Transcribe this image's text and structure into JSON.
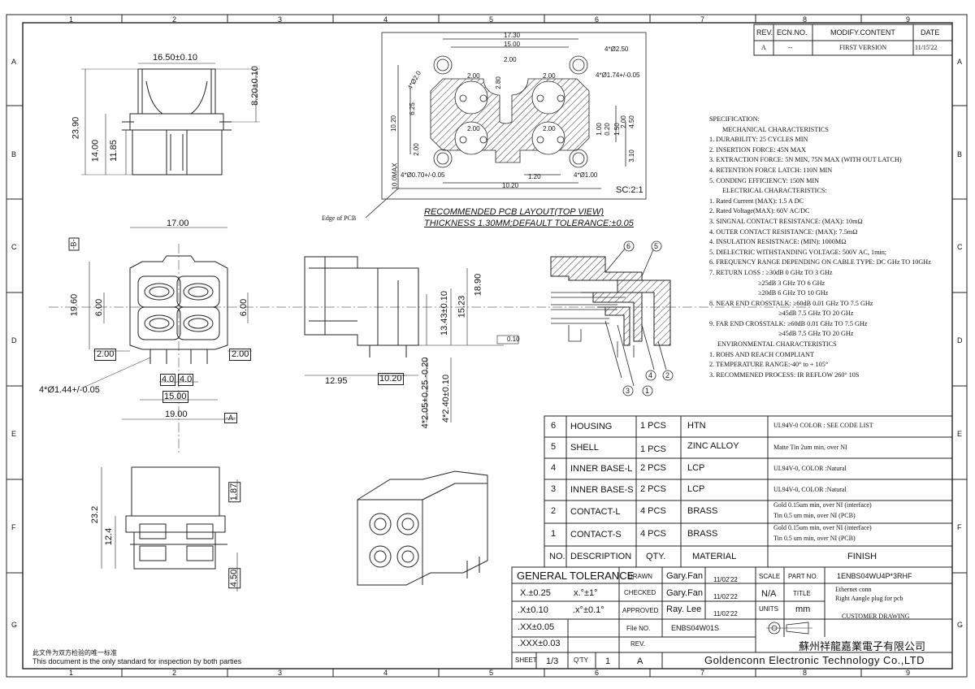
{
  "frame": {
    "col_labels": [
      "1",
      "2",
      "3",
      "4",
      "5",
      "6",
      "7",
      "8",
      "9"
    ],
    "row_labels": [
      "A",
      "B",
      "C",
      "D",
      "E",
      "F",
      "G"
    ]
  },
  "revision_block": {
    "headers": [
      "REV.",
      "ECN.NO.",
      "MODIFY.CONTENT",
      "DATE"
    ],
    "row": [
      "A",
      "--",
      "FIRST VERSION",
      "11/15'22"
    ]
  },
  "pcb_layout": {
    "dims": [
      "17.30",
      "15.00",
      "2.00",
      "2.80",
      "2.00",
      "10.20",
      "6.25",
      "1.00",
      "0.20",
      "1.50",
      "2.00",
      "4.50",
      "3.10",
      "1.20",
      "10.20",
      "2.00",
      "2.00",
      "2.00",
      "2.00"
    ],
    "hole_labels": [
      "4*Ø2.50",
      "4*Ø1.74+/-0.05",
      "4*Ø2.0",
      "4*Ø0.70+/-0.05",
      "4*Ø1.00"
    ],
    "scale": "SC:2:1",
    "title": "RECOMMENDED PCB LAYOUT(TOP VIEW)",
    "subtitle": "THICKNESS 1.30MM;DEFAULT TOLERANCE:±0.05",
    "edge_label": "Edge of PCB",
    "edge_dim": "10.0MAX"
  },
  "views": {
    "top_dims": [
      "16.50±0.10",
      "8.20±0.10",
      "23.90",
      "14.00",
      "11.85"
    ],
    "front_dims": [
      "17.00",
      "-B-",
      "19.60",
      "6.00",
      "6.00",
      "2.00",
      "2.00",
      "4.0",
      "4.0",
      "15.00",
      "19.00",
      "-A-",
      "4*Ø1.44+/-0.05"
    ],
    "side_dims": [
      "18.90",
      "15.23",
      "13.43±0.10",
      "12.95",
      "10.20",
      "4*2.05+0.25 -0.20",
      "4*2.40±0.10",
      "0.10"
    ],
    "bottom_dims": [
      "23.2",
      "12.4",
      "1.87",
      "4.50"
    ],
    "balloons": [
      "6",
      "5",
      "4",
      "3",
      "2",
      "1"
    ]
  },
  "spec": {
    "heading": "SPECIFICATION:",
    "lines": [
      "MECHANICAL CHARACTERISTICS",
      "1. DURABILITY: 25 CYCLES MIN",
      "2. INSERTION FORCE:  45N MAX",
      "3. EXTRACTION FORCE:  5N MIN, 75N MAX (WITH OUT LATCH)",
      "4. RETENTION FORCE LATCH:  110N MIN",
      "5. CONDING EFFICIENCY:  150N MIN",
      "ELECTRICAL CHARACTERISTICS:",
      "1. Rated Current (MAX):  1.5 A DC",
      "2. Rated Voltage(MAX):  60V  AC/DC",
      "3. SINGNAL CONTACT RESISTANCE: (MAX): 10mΩ",
      "4. OUTER CONTACT RESISTANCE: (MAX): 7.5mΩ",
      "4. INSULATION RESISTNACE: (MIN): 1000MΩ",
      "5. DIELECTRIC WITHSTANDING VOLTAGE:  500V AC, 1min;",
      "6. FREQUENCY RANGE DEPENDING ON CABLE TYPE: DC GHz TO 10GHz",
      "7. RETURN LOSS :  ≥30dB  0 GHz TO 3 GHz",
      "≥25dB  3 GHz TO 6 GHz",
      "≥20dB  6 GHz TO 10 GHz",
      "8. NEAR END CROSSTALK: ≥60dB  0.01 GHz TO 7.5 GHz",
      "≥45dB  7.5 GHz TO 20 GHz",
      "9. FAR END  CROSSTALK: ≥60dB  0.01 GHz TO 7.5 GHz",
      "≥45dB  7.5 GHz TO 20 GHz",
      "ENVIRONMENTAL  CHARACTERISTICS",
      "1. ROHS AND REACH COMPLIANT",
      "2. TEMPERATURE RANGE:-40° to + 105°",
      "3. RECOMMENED PROCESS: IR REFLOW 260°  10S"
    ]
  },
  "bom": [
    {
      "no": "6",
      "desc": "HOUSING",
      "qty": "1 PCS",
      "material": "HTN",
      "finish": [
        "UL94V-0  COLOR : SEE CODE LIST"
      ]
    },
    {
      "no": "5",
      "desc": "SHELL",
      "qty": "1 PCS",
      "material": "ZINC ALLOY",
      "finish": [
        "Matte Tin 2um min, over NI"
      ]
    },
    {
      "no": "4",
      "desc": "INNER BASE-L",
      "qty": "2 PCS",
      "material": "LCP",
      "finish": [
        "UL94V-0, COLOR :Natural"
      ]
    },
    {
      "no": "3",
      "desc": "INNER BASE-S",
      "qty": "2 PCS",
      "material": "LCP",
      "finish": [
        "UL94V-0, COLOR :Natural"
      ]
    },
    {
      "no": "2",
      "desc": "CONTACT-L",
      "qty": "4 PCS",
      "material": "BRASS",
      "finish": [
        "Gold 0.15um min, over NI (interface)",
        "Tin  0.5 um min, over NI (PCB)"
      ]
    },
    {
      "no": "1",
      "desc": "CONTACT-S",
      "qty": "4 PCS",
      "material": "BRASS",
      "finish": [
        "Gold 0.15um min, over NI (interface)",
        "Tin  0.5 um min, over NI (PCB)"
      ]
    }
  ],
  "bom_header": {
    "no": "NO.",
    "desc": "DESCRIPTION",
    "qty": "QTY.",
    "material": "MATERIAL",
    "finish": "FINISH"
  },
  "title_block": {
    "general_tolerance": "GENERAL TOLERANCE",
    "tol_rows": [
      [
        "X.±0.25",
        "x.°±1°"
      ],
      [
        ".X±0.10",
        ".x°±0.1°"
      ],
      [
        ".XX±0.05",
        ""
      ],
      [
        ".XXX±0.03",
        ""
      ]
    ],
    "drawn_label": "DRAWN",
    "drawn_by": "Gary.Fan",
    "drawn_date": "11/02'22",
    "checked_label": "CHECKED",
    "checked_by": "Gary.Fan",
    "checked_date": "11/02'22",
    "approved_label": "APPROVED",
    "approved_by": "Ray. Lee",
    "approved_date": "11/02'22",
    "file_label": "File NO.",
    "file_no": "ENBS04W01S",
    "rev_label": "REV.",
    "scale_label": "SCALE",
    "scale": "N/A",
    "units_label": "UNITS",
    "units": "mm",
    "part_label": "PART NO.",
    "part_no": "1ENBS04WU4P*3RHF",
    "title_label": "TITLE",
    "title_lines": [
      "Ethernet conn",
      "Right Aangle plug for pcb"
    ],
    "drawing_type": "CUSTOMER  DRAWING",
    "company_cn": "蘇州祥龍嘉業電子有限公司",
    "company_en": "Goldenconn  Electronic  Technology  Co.,LTD",
    "sheet_label": "SHEET",
    "sheet": "1/3",
    "qty_label": "Q'TY",
    "qty": "1",
    "rev": "A"
  },
  "footer": {
    "cn": "此文件为双方检验的唯一标准",
    "en": "This document is the only standard for inspection by both parties"
  }
}
